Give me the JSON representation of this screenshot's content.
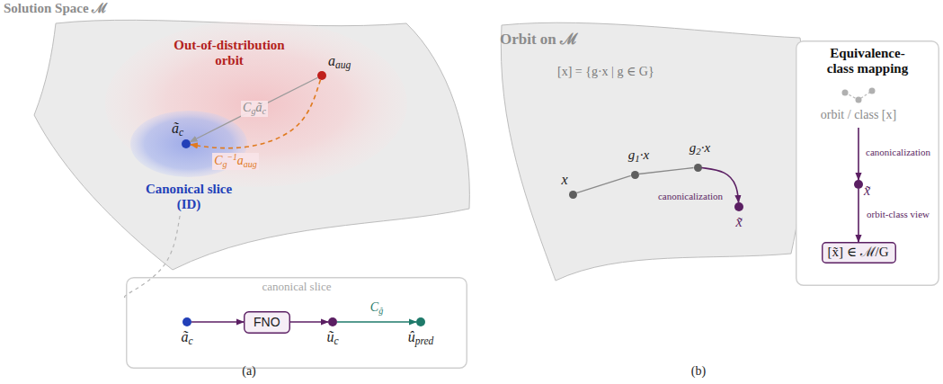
{
  "diagram": {
    "nodes": [
      {
        "text": [
          "Solution Space ℳ"
        ]
      },
      {
        "text": [
          "Out-of-distribution orbit"
        ],
        "in": 0
      },
      {
        "text": [
          "Canonical slice (ID)"
        ],
        "in": 1
      },
      {
        "text": [
          "ãc"
        ],
        "in": 2
      },
      {
        "text": [
          "aaug"
        ],
        "in": 1
      },
      {
        "text": [
          "canonical slice"
        ]
      },
      {
        "text": [
          "ãc"
        ],
        "in": 5
      },
      {
        "text": [
          "FNO"
        ],
        "in": 5
      },
      {
        "text": [
          "ũc"
        ],
        "in": 5
      },
      {
        "text": [
          "ûpred"
        ],
        "in": 5
      },
      {
        "text": [
          "Orbit on ℳ",
          "[x] = {g·x | g ∈ G}"
        ]
      },
      {
        "text": [
          "x"
        ],
        "in": 10
      },
      {
        "text": [
          "g1·x"
        ],
        "in": 10
      },
      {
        "text": [
          "g2·x"
        ],
        "in": 10
      },
      {
        "text": [
          "x̃"
        ],
        "in": 10
      },
      {
        "text": [
          "Equivalence- class mapping"
        ]
      },
      {
        "text": [
          "orbit / class [x]"
        ],
        "in": 15
      },
      {
        "text": [
          "x̃"
        ],
        "in": 15
      },
      {
        "text": [
          "[x̃] ∈ ℳ/G"
        ],
        "in": 15
      }
    ],
    "edges": [
      {
        "from": 4,
        "to": 3,
        "arrow": "to",
        "label": "Cgãc"
      },
      {
        "from": 4,
        "to": 3,
        "arrow": "to",
        "label": "Cg−1aaug"
      },
      {
        "from": 2,
        "to": 5,
        "arrow": "none"
      },
      {
        "from": 6,
        "to": 7,
        "arrow": "to"
      },
      {
        "from": 7,
        "to": 8,
        "arrow": "to"
      },
      {
        "from": 8,
        "to": 9,
        "arrow": "to",
        "label": "Cĝ"
      },
      {
        "from": 11,
        "to": 12,
        "arrow": "none"
      },
      {
        "from": 12,
        "to": 13,
        "arrow": "none"
      },
      {
        "from": 13,
        "to": 14,
        "arrow": "to",
        "label": "canonicalization"
      },
      {
        "from": 16,
        "to": 17,
        "arrow": "to",
        "label": "canonicalization"
      },
      {
        "from": 17,
        "to": 18,
        "arrow": "to",
        "label": "orbit-class view"
      }
    ],
    "labels": [
      "(a)",
      "(b)"
    ]
  }
}
